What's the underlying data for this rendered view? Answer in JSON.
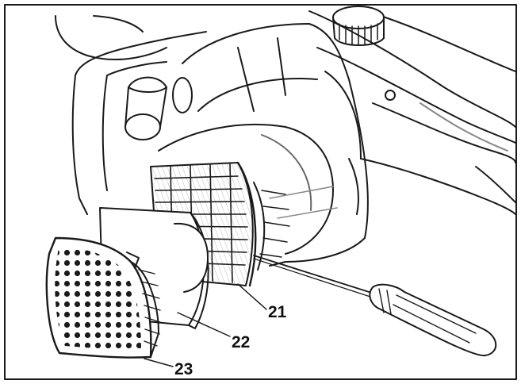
{
  "callouts": [
    {
      "label": "21"
    },
    {
      "label": "22"
    },
    {
      "label": "23"
    }
  ],
  "colors": {
    "ink": "#1a1a1a",
    "paper": "#ffffff",
    "shade": "#e6e6e6"
  }
}
